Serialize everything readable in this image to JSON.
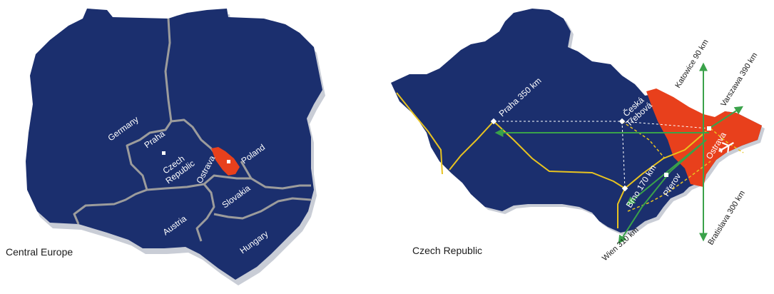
{
  "central_europe": {
    "caption": "Central Europe",
    "countries": {
      "germany": "Germany",
      "poland": "Poland",
      "czech": "Czech\nRepublic",
      "czech_line1": "Czech",
      "czech_line2": "Republic",
      "slovakia": "Slovakia",
      "austria": "Austria",
      "hungary": "Hungary"
    },
    "cities": {
      "praha": "Praha",
      "ostrava": "Ostrava"
    }
  },
  "czech_republic": {
    "caption": "Czech Republic",
    "cities": {
      "praha": "Praha 350 km",
      "ceska_line1": "Česká",
      "ceska_line2": "Třebová",
      "brno": "Brno 170 km",
      "prerov": "Přerov",
      "ostrava": "Ostrava"
    },
    "destinations": {
      "katowice": "Katowice 90 km",
      "varszawa": "Varszawa 390 km",
      "bratislava": "Bratislava 300 km",
      "wien": "Wien 310 km"
    }
  },
  "colors": {
    "land": "#1b2f6e",
    "highlight": "#e8401c",
    "border": "#9c9c9c",
    "road": "#e8c320",
    "route": "#3aa24a"
  }
}
